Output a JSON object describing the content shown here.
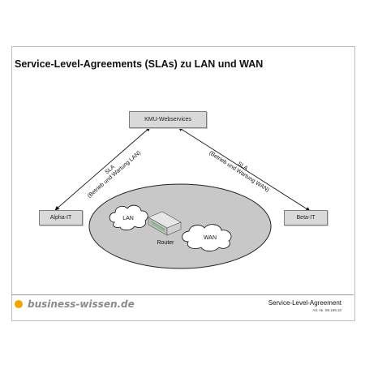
{
  "title": "Service-Level-Agreements (SLAs) zu LAN und WAN",
  "nodes": {
    "top": "KMU-Webservices",
    "left": "Alpha-IT",
    "right": "Beta-IT"
  },
  "connections": {
    "left": {
      "line1": "SLA",
      "line2": "(Betrieb und Wartung LAN)"
    },
    "right": {
      "line1": "SLA",
      "line2": "(Betrieb und Wartung WAN)"
    }
  },
  "network": {
    "lan": "LAN",
    "wan": "WAN",
    "router": "Router"
  },
  "footer": {
    "brand": "business-wissen.de",
    "doc_title": "Service-Level-Agreement",
    "article": "Art.-Nr. 99.199.10"
  },
  "colors": {
    "node_fill": "#d9d9d9",
    "ellipse_fill": "#c8c8c8",
    "brand_dot": "#f0a500"
  }
}
